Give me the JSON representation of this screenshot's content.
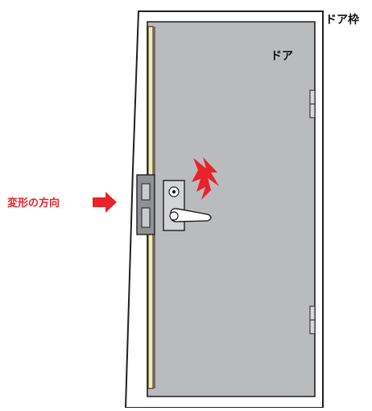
{
  "labels": {
    "door_frame": "ドア枠",
    "door": "ドア",
    "deformation_direction": "変形の方向"
  },
  "colors": {
    "door_fill": "#b9bbbd",
    "frame_fill": "#ffffff",
    "outline": "#231f20",
    "weatherstrip": "#f3eba8",
    "hardware": "#9fa0a3",
    "accent_red": "#e8232a"
  },
  "icons": {
    "impact": "jagged-lightning-icon",
    "direction": "right-arrow-icon"
  }
}
